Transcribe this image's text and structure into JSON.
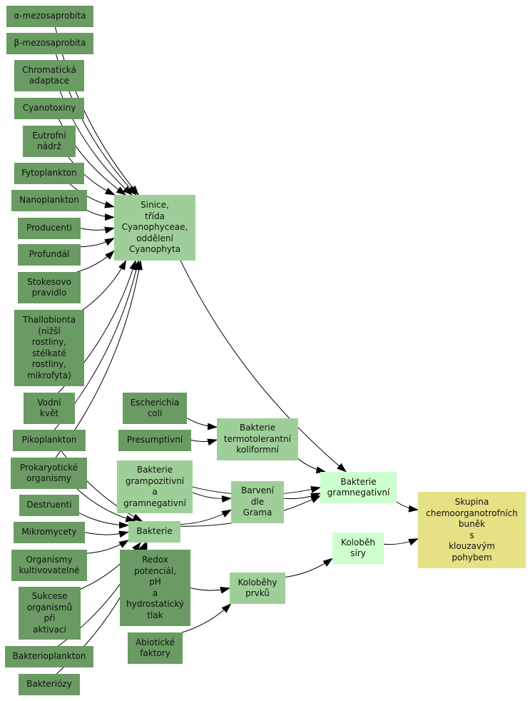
{
  "colors": {
    "dark": "#6a9b63",
    "medium": "#9fcf98",
    "light": "#ccffcc",
    "yellow": "#e6e184",
    "edge": "#000000"
  },
  "nodes": {
    "alfa": "α-mezosaprobita",
    "beta": "β-mezosaprobita",
    "chromaticka": "Chromatická\nadaptace",
    "cyanotoxiny": "Cyanotoxiny",
    "eutrofni": "Eutrofní\nnádrž",
    "fytoplankton": "Fytoplankton",
    "nanoplankton": "Nanoplankton",
    "producenti": "Producenti",
    "profundal": "Profundál",
    "stokes": "Stokesovo\npravidlo",
    "thallobionta": "Thallobionta\n(nižší\nrostliny,\nstélkaté\nrostliny,\nmikrofyta)",
    "vodni": "Vodní\nkvět",
    "pikoplankton": "Pikoplankton",
    "prokaryoticke": "Prokaryotické\norganismy",
    "destruenti": "Destruenti",
    "mikromycety": "Mikromycety",
    "kultivovatelne": "Organismy\nkultivovatelné",
    "sukcese": "Sukcese\norganismů\npři\naktivaci",
    "bakterioplankton": "Bakterioplankton",
    "bakteriozy": "Bakteriózy",
    "sinice": "Sinice,\ntřída\nCyanophyceae,\noddělení\nCyanophyta",
    "escherichia": "Escherichia\ncoli",
    "presumptivni": "Presumptivní",
    "termotolerantni": "Bakterie\ntermotolerantní\nkoliformní",
    "grampozitivni": "Bakterie\ngrampozitivní\na\ngramnegativní",
    "barveni": "Barvení\ndle\nGrama",
    "bakterie": "Bakterie",
    "gramnegativni": "Bakterie\ngramnegativní",
    "redox": "Redox\npotenciál,\npH\na\nhydrostatický\ntlak",
    "abioticke": "Abiotické\nfaktory",
    "kolobehy": "Koloběhy\nprvků",
    "kolobeh_siry": "Koloběh\nsíry",
    "skupina": "Skupina\nchemoorganotrofních\nbuněk\ns\nklouzavým\npohybem"
  },
  "edges": [
    [
      "alfa",
      "sinice"
    ],
    [
      "beta",
      "sinice"
    ],
    [
      "chromaticka",
      "sinice"
    ],
    [
      "cyanotoxiny",
      "sinice"
    ],
    [
      "eutrofni",
      "sinice"
    ],
    [
      "fytoplankton",
      "sinice"
    ],
    [
      "nanoplankton",
      "sinice"
    ],
    [
      "producenti",
      "sinice"
    ],
    [
      "profundal",
      "sinice"
    ],
    [
      "stokes",
      "sinice"
    ],
    [
      "thallobionta",
      "sinice"
    ],
    [
      "vodni",
      "sinice"
    ],
    [
      "pikoplankton",
      "sinice"
    ],
    [
      "prokaryoticke",
      "sinice"
    ],
    [
      "pikoplankton",
      "bakterie"
    ],
    [
      "prokaryoticke",
      "bakterie"
    ],
    [
      "destruenti",
      "bakterie"
    ],
    [
      "mikromycety",
      "bakterie"
    ],
    [
      "kultivovatelne",
      "bakterie"
    ],
    [
      "sukcese",
      "bakterie"
    ],
    [
      "bakterioplankton",
      "bakterie"
    ],
    [
      "bakteriozy",
      "bakterie"
    ],
    [
      "sinice",
      "gramnegativni"
    ],
    [
      "escherichia",
      "termotolerantni"
    ],
    [
      "presumptivni",
      "termotolerantni"
    ],
    [
      "termotolerantni",
      "gramnegativni"
    ],
    [
      "grampozitivni",
      "gramnegativni"
    ],
    [
      "grampozitivni",
      "barveni"
    ],
    [
      "bakterie",
      "barveni"
    ],
    [
      "bakterie",
      "gramnegativni"
    ],
    [
      "barveni",
      "gramnegativni"
    ],
    [
      "gramnegativni",
      "skupina"
    ],
    [
      "redox",
      "kolobehy"
    ],
    [
      "abioticke",
      "kolobehy"
    ],
    [
      "kolobehy",
      "kolobeh_siry"
    ],
    [
      "kolobeh_siry",
      "skupina"
    ]
  ]
}
